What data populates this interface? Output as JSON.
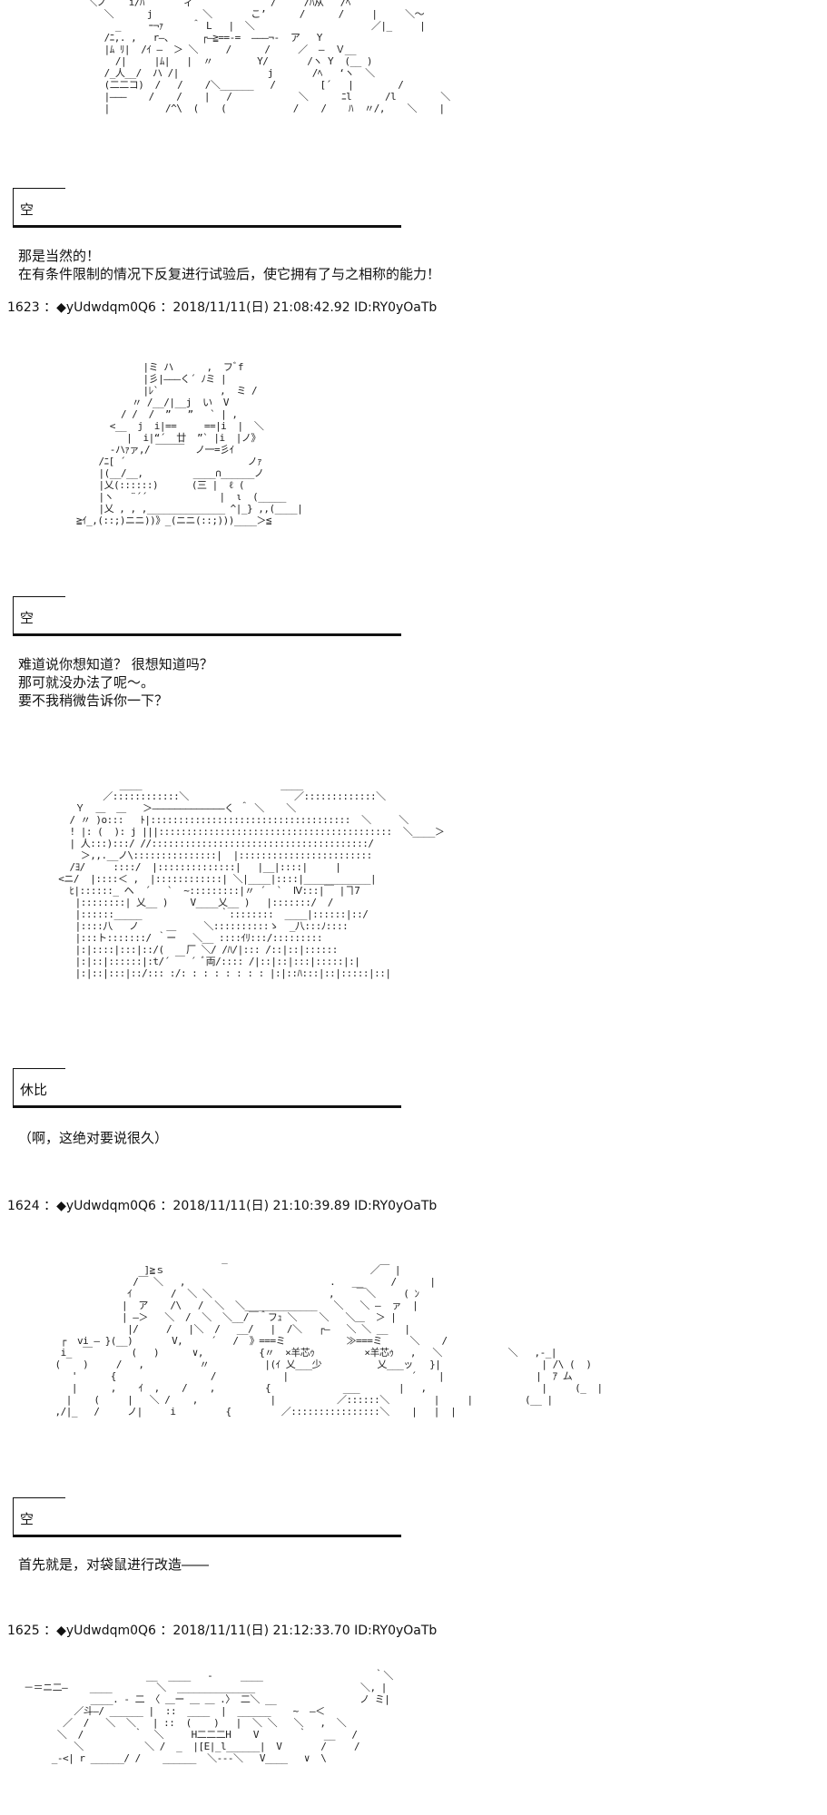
{
  "art": {
    "a0": "  ＼ノ    i/ﾊ       ィ              /     /ﾊ从   /ﾍ＾\n     ＼      j         ＼       こ’      /      /     |     ＼～\n       _     ｰ¬ｧ     ＾ L   |  ＼                     ／|_     |\n     /ﾆ,. ,   r―、     ┌―≧==-=  ―――¬-  ア   Y\n     |ﾑ ﾘ|  /ｲ ―  ＞ ＼     /      /     ／  ―  Ｖ__\n       /|     |ﾑ|   |  〃        Y/       /ヽ Y  (__ )\n     /_人__/  ハ /|                j       /ﾍ   ‘ヽ  ＼\n     (二二コ)  /   /    /＼______   /        [´   |        /\n     |―――    /    /    |   /            ＼      ﾆl      /l        ＼\n     |          /^\\  (    (            /    /    ﾊ  〃/,    ＼    |",
    "a1": "            |ミ ハ      ,  フﾞf\n            |彡|―――く´ ﾉミ |\n            |ﾚ`           ,  ミ /\n          〃 /__/|__j  い  V\n        / /  /  ”   ”   ` | ,\n      <__  j  i|==     ==|i  |  ＼\n         |  i|“´  廿  ”` |i  |ノ》\n      -ハｧァ,/ ￣￣￣  ノ一=彡ｲ\n    /ﾆ[ ´                      ノｧ\n    |(__/__,         ____∩______ノ\n    |乂(::::::)      (三 |  ℓ (\n    |ヽ   ¨´´             |  ι  (_____\n    |乂 , , ,______________ ^|_} ,,(____|\n≧ｲ_,(::;)ニニ))》_(ニニ(::;)))____＞≦",
    "a2": "             ____                         ____\n          ／::::::::::::＼                   ／:::::::::::::＼\n     Ｙ  ＿  ＿   ＞―――――――――――――く ＾ ＼    ＼\n    / 〃 )o:::   ﾄ|::::::::::::::::::::::::::::::::::::  ＼     ＼\n    ! |: (  ): j |||::::::::::::::::::::::::::::::::::::::::::  ＼____＞\n    | 人:::):::/ //:::::::::::::::::::::::::::::::::::::::/\n      ＞,,.__ノ\\:::::::::::::::|  |::::::::::::::::::::::::\n    /ﾖ/     ::::/  |::::::::::::::|   |__|::::|     |\n  <ニ/  |::::＜ ,  |::::::::::::| ＼|____|::::|____________|\n    ﾋ|::::::_ ヘ  ´   `  ~:::::::::|〃 ´  `  Ⅳ:::|￣ |ヿ7\n     |::::::::| 乂__ )    V____乂__ )   |:::::::/  /\n     |::::::_____              ｀::::::::  ____|::::::|::/\n     |::::八   ノ     ＿     ＼::::::::::ゝ  _八:::ﾉ::::\n     |:::ト:::::::/ ｀ー   ＼__ ::::ｲﾘ:::/:::::::::\n     |:|::::|:::|::/(    厂 ＼/ /ﾊ/|::: /::|::|::::::\n     |:|::|::::::|:t/´ ￣ ´ ﾞ両/:::: /|::|::|:::|:::::|:|\n     |:|::|:::|::/::: :/: : : : : : : : |:|::ﾊ:::|::|:::::|::|",
    "a3": "                                  _\n                    ]≧ｓ                                     ／￣ |\n                  /￣ ＼   ,                          .   __     /      |\n                 ｲ       /  ＼ ＼                     ,    ￣＼     ( ﾝ\n                |  ア    /\\   /  ＼  ＼_____________   ＼   ＼ ―  ァ  |\n                | ―＞   ＼  /  ＼  ＼__/￣＾フｭ ＼    ＼   ＼＿  ＞ |\n                 |/     /   |＼  /   __/   |  /＼   ┌―   ＼ ＼ __   |\n     ┌  vi ― }(__)       V,     ´   /  》===ミ           ≫===ミ     ＼    /\n     i_  ￣       (   )      ∨,          {〃  ×羊芯ｩ         ×羊芯ｩ   ,   ＼\n    (    )     /   ,          〃          |(ｲ 乂___少          乂___ッ   }|\n       '      {                 /            |                      ´    |\n       |      ,    ｲ  ,    /    ,         {             ___       |   ,\n      |    (     |   ＼ /    ,             |           ／::::::＼        |     |\n    ,/|_   /     ノ|     i         {         ／::::::::::::::::＼    |   |  |",
    "a4": "                                                              ＼   ,-_|\n                                                                    | /\\ (  )\n                                                                   |  ｱ ム\n                                                                    |     (_  |\n                                                                 (__ |",
    "a5": "                       __  ____   -     ____                    ｀＼\n －＝ニ二―    ____        ＼  ______________                   ＼, |\n             ____. - 二 〈 ＿ー ＿ ＿ .〉 二＼ __               ノ ミ|\n          ／斗―/ ______ |  ::  ____  |  ______    ~  ―＜\n        ／  /   ＼  ＼   | ::  (    )   |  ＼ ＼   ＼   ,  ＼\n       ＼  /         ｀  ＼     H二二二H    V       ｀   __   /\n          ＼           ＼ /  _  |[E|_l______|  V       /     /\n      _-<| r ______/ /    ______  ＼---＼   V____   ∨  \\"
  },
  "posts": [
    {
      "header": "1623 ：◆yUdwdqm0Q6 ：2018/11/11(日) 21:08:42.92 ID:RY0yOaTb"
    },
    {
      "header": "1624 ：◆yUdwdqm0Q6 ：2018/11/11(日) 21:10:39.89 ID:RY0yOaTb"
    },
    {
      "header": "1625 ：◆yUdwdqm0Q6 ：2018/11/11(日) 21:12:33.70 ID:RY0yOaTb"
    }
  ],
  "speakers": [
    {
      "name": "空"
    },
    {
      "name": "空"
    },
    {
      "name": "休比"
    },
    {
      "name": "空"
    }
  ],
  "dialogs": [
    {
      "lines": [
        "那是当然的！",
        "在有条件限制的情况下反复进行试验后，使它拥有了与之相称的能力！"
      ]
    },
    {
      "lines": [
        "难道说你想知道？  很想知道吗？",
        "那可就没办法了呢～。",
        "要不我稍微告诉你一下？"
      ]
    },
    {
      "lines": [
        "（啊，这绝对要说很久）"
      ]
    },
    {
      "lines": [
        "首先就是，对袋鼠进行改造――"
      ]
    }
  ]
}
